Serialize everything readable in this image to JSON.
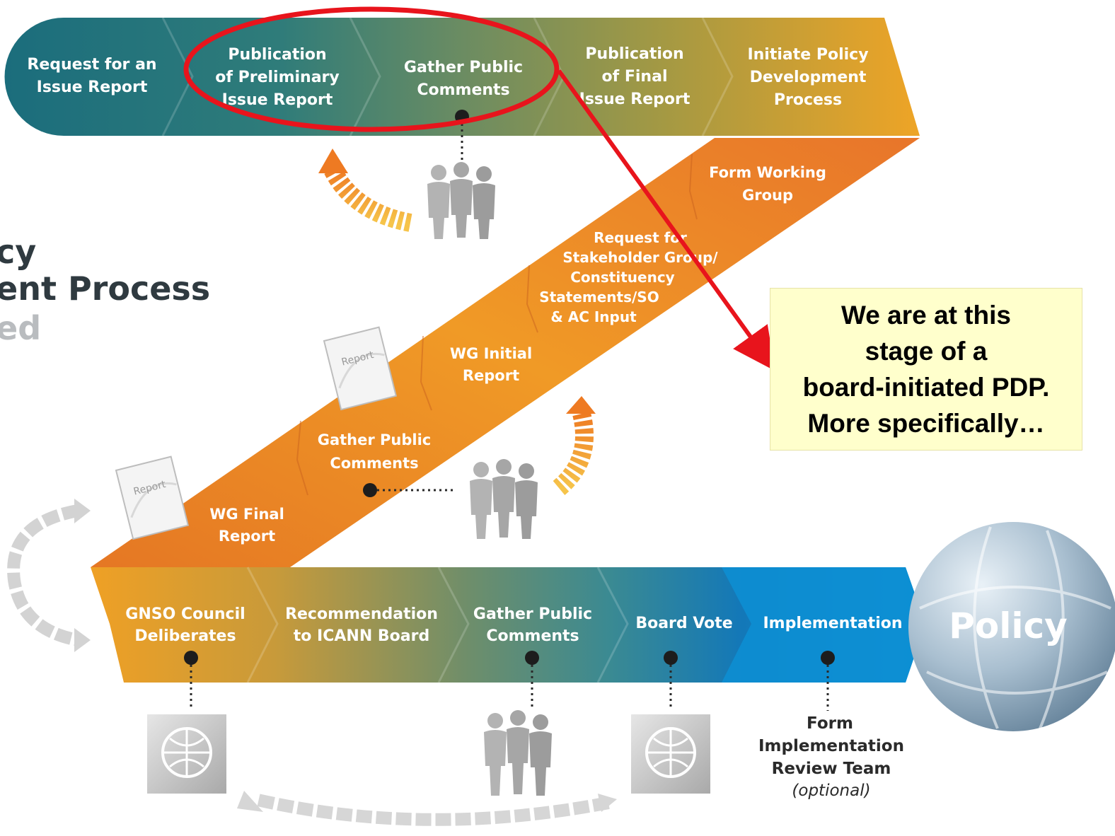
{
  "title": {
    "line1": "cy",
    "line2": "ent Process",
    "line3": "ed"
  },
  "top_row": [
    {
      "lines": [
        "Request for an",
        "Issue Report"
      ]
    },
    {
      "lines": [
        "Publication",
        "of Preliminary",
        "Issue Report"
      ]
    },
    {
      "lines": [
        "Gather Public",
        "Comments"
      ]
    },
    {
      "lines": [
        "Publication",
        "of Final",
        "Issue Report"
      ]
    },
    {
      "lines": [
        "Initiate Policy",
        "Development",
        "Process"
      ]
    }
  ],
  "diagonal": [
    {
      "lines": [
        "Form Working",
        "Group"
      ]
    },
    {
      "lines": [
        "Request for",
        "Stakeholder Group/",
        "Constituency",
        "Statements/SO",
        "& AC Input"
      ]
    },
    {
      "lines": [
        "WG Initial",
        "Report"
      ]
    },
    {
      "lines": [
        "Gather Public",
        "Comments"
      ]
    },
    {
      "lines": [
        "WG Final",
        "Report"
      ]
    }
  ],
  "bottom_row": [
    {
      "lines": [
        "GNSO Council",
        "Deliberates"
      ]
    },
    {
      "lines": [
        "Recommendation",
        "to ICANN Board"
      ]
    },
    {
      "lines": [
        "Gather Public",
        "Comments"
      ]
    },
    {
      "lines": [
        "Board Vote"
      ]
    },
    {
      "lines": [
        "Implementation"
      ]
    }
  ],
  "report_icon_text": "Report",
  "implementation_note": {
    "lines": [
      "Form",
      "Implementation",
      "Review Team"
    ],
    "optional": "(optional)"
  },
  "policy_label": "Policy",
  "callout": {
    "lines": [
      "We are at this",
      "stage of a",
      "board-initiated PDP.",
      "More specifically…"
    ]
  },
  "colors": {
    "teal": "#1b6d7c",
    "orange": "#ee8a22",
    "amber": "#f0a324",
    "blue": "#0d8fd3",
    "highlight": "#e8141c",
    "callout_bg": "#ffffcc"
  }
}
